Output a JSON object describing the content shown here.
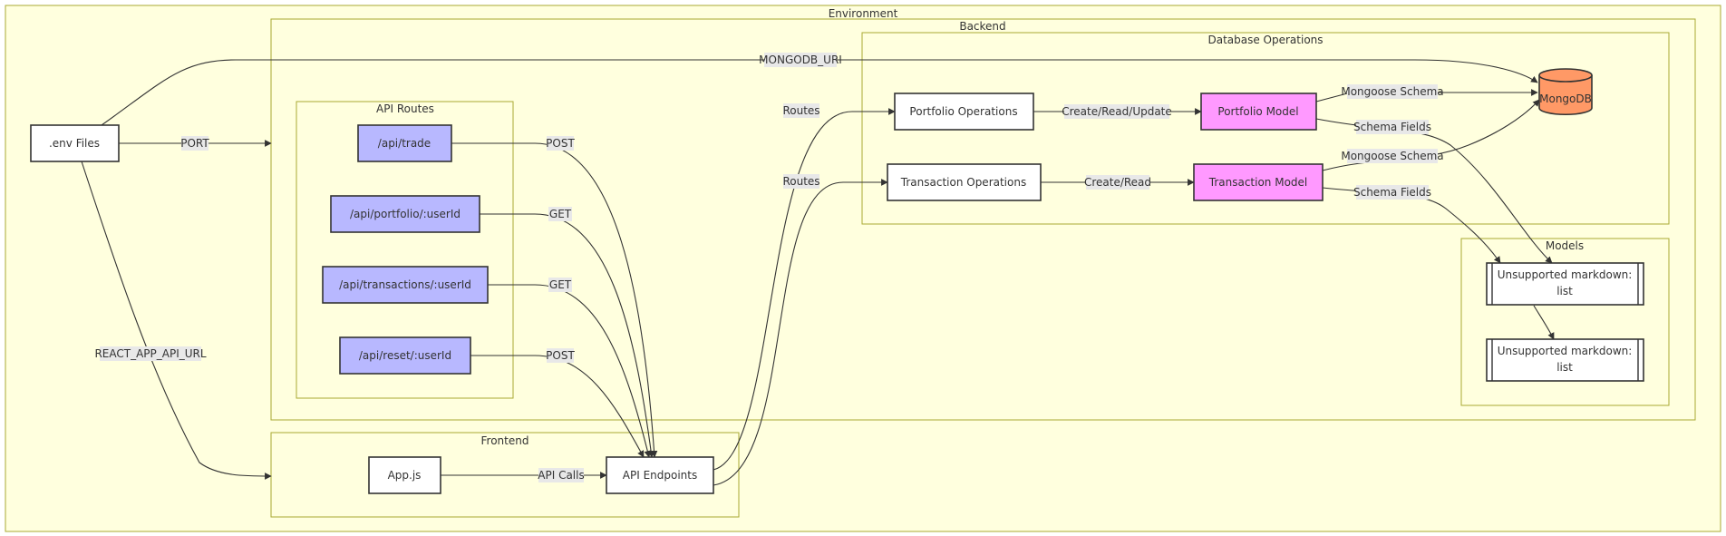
{
  "clusters": {
    "environment": "Environment",
    "backend": "Backend",
    "database_operations": "Database Operations",
    "api_routes": "API Routes",
    "models": "Models",
    "frontend": "Frontend"
  },
  "nodes": {
    "env_files": ".env Files",
    "api_trade": "/api/trade",
    "api_portfolio": "/api/portfolio/:userId",
    "api_transactions": "/api/transactions/:userId",
    "api_reset": "/api/reset/:userId",
    "portfolio_operations": "Portfolio Operations",
    "transaction_operations": "Transaction Operations",
    "portfolio_model": "Portfolio Model",
    "transaction_model": "Transaction Model",
    "mongodb": "MongoDB",
    "unsupported_1_line1": "Unsupported markdown:",
    "unsupported_1_line2": "list",
    "unsupported_2_line1": "Unsupported markdown:",
    "unsupported_2_line2": "list",
    "app_js": "App.js",
    "api_endpoints": "API Endpoints"
  },
  "edge_labels": {
    "mongodb_uri": "MONGODB_URI",
    "port": "PORT",
    "react_app_api_url": "REACT_APP_API_URL",
    "post_trade": "POST",
    "get_portfolio": "GET",
    "get_transactions": "GET",
    "post_reset": "POST",
    "routes_portfolio": "Routes",
    "routes_transaction": "Routes",
    "create_read_update": "Create/Read/Update",
    "create_read": "Create/Read",
    "mongoose_schema_portfolio": "Mongoose Schema",
    "mongoose_schema_transaction": "Mongoose Schema",
    "schema_fields_portfolio": "Schema Fields",
    "schema_fields_transaction": "Schema Fields",
    "api_calls": "API Calls"
  },
  "colors": {
    "cluster_fill": "#ffffde",
    "cluster_stroke": "#aaaa33",
    "api_route_fill": "#b8b8ff",
    "model_fill": "#ff99ff",
    "database_fill": "#ff9966",
    "node_fill": "#ffffff",
    "line": "#333333"
  }
}
